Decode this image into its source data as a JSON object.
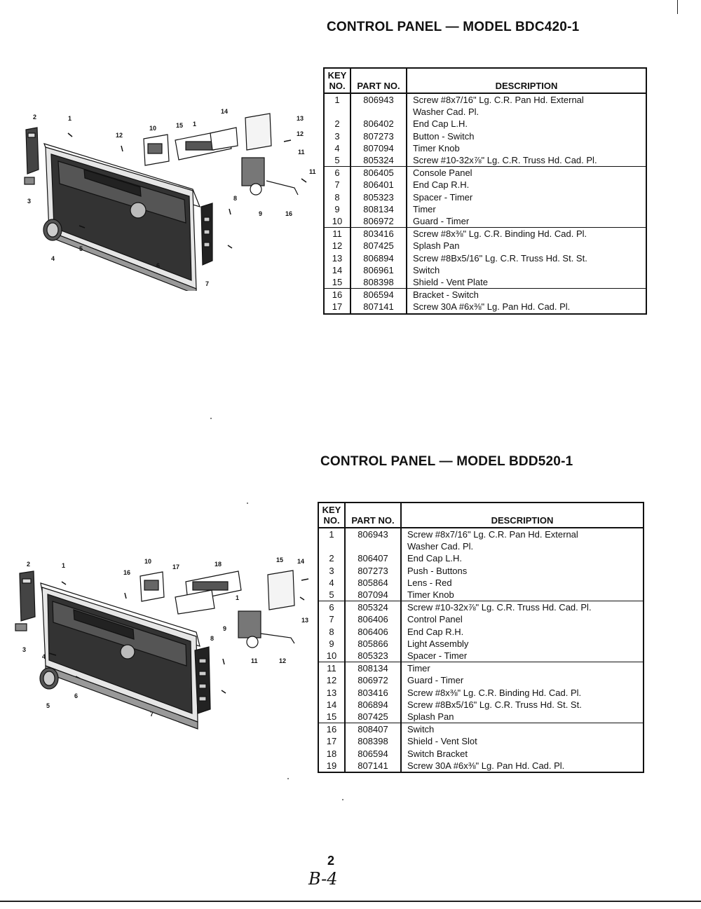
{
  "sections": [
    {
      "title": "CONTROL PANEL — MODEL BDC420-1",
      "headers": {
        "key": "KEY NO.",
        "part": "PART NO.",
        "desc": "DESCRIPTION"
      },
      "rows": [
        {
          "key": "1",
          "part": "806943",
          "desc": "Screw #8x7/16\" Lg. C.R. Pan Hd. External"
        },
        {
          "key": "",
          "part": "",
          "desc": "Washer Cad. Pl."
        },
        {
          "key": "2",
          "part": "806402",
          "desc": "End Cap L.H."
        },
        {
          "key": "3",
          "part": "807273",
          "desc": "Button - Switch"
        },
        {
          "key": "4",
          "part": "807094",
          "desc": "Timer Knob"
        },
        {
          "key": "5",
          "part": "805324",
          "desc": "Screw #10-32x⅞\" Lg. C.R. Truss Hd. Cad. Pl."
        },
        {
          "key": "6",
          "part": "806405",
          "desc": "Console Panel"
        },
        {
          "key": "7",
          "part": "806401",
          "desc": "End Cap R.H."
        },
        {
          "key": "8",
          "part": "805323",
          "desc": "Spacer - Timer"
        },
        {
          "key": "9",
          "part": "808134",
          "desc": "Timer"
        },
        {
          "key": "10",
          "part": "806972",
          "desc": "Guard - Timer"
        },
        {
          "key": "11",
          "part": "803416",
          "desc": "Screw #8x⅜\" Lg. C.R. Binding Hd. Cad. Pl."
        },
        {
          "key": "12",
          "part": "807425",
          "desc": "Splash Pan"
        },
        {
          "key": "13",
          "part": "806894",
          "desc": "Screw #8Bx5/16\" Lg. C.R. Truss Hd. St. St."
        },
        {
          "key": "14",
          "part": "806961",
          "desc": "Switch"
        },
        {
          "key": "15",
          "part": "808398",
          "desc": "Shield - Vent Plate"
        },
        {
          "key": "16",
          "part": "806594",
          "desc": "Bracket - Switch"
        },
        {
          "key": "17",
          "part": "807141",
          "desc": "Screw 30A #6x⅜\" Lg. Pan Hd. Cad. Pl."
        }
      ]
    },
    {
      "title": "CONTROL PANEL — MODEL BDD520-1",
      "headers": {
        "key": "KEY NO.",
        "part": "PART NO.",
        "desc": "DESCRIPTION"
      },
      "rows": [
        {
          "key": "1",
          "part": "806943",
          "desc": "Screw #8x7/16\" Lg. C.R. Pan Hd. External"
        },
        {
          "key": "",
          "part": "",
          "desc": "Washer Cad. Pl."
        },
        {
          "key": "2",
          "part": "806407",
          "desc": "End Cap L.H."
        },
        {
          "key": "3",
          "part": "807273",
          "desc": "Push - Buttons"
        },
        {
          "key": "4",
          "part": "805864",
          "desc": "Lens - Red"
        },
        {
          "key": "5",
          "part": "807094",
          "desc": "Timer Knob"
        },
        {
          "key": "6",
          "part": "805324",
          "desc": "Screw #10-32x⅞\" Lg. C.R. Truss Hd. Cad. Pl."
        },
        {
          "key": "7",
          "part": "806406",
          "desc": "Control Panel"
        },
        {
          "key": "8",
          "part": "806406",
          "desc": "End Cap R.H."
        },
        {
          "key": "9",
          "part": "805866",
          "desc": "Light Assembly"
        },
        {
          "key": "10",
          "part": "805323",
          "desc": "Spacer - Timer"
        },
        {
          "key": "11",
          "part": "808134",
          "desc": "Timer"
        },
        {
          "key": "12",
          "part": "806972",
          "desc": "Guard - Timer"
        },
        {
          "key": "13",
          "part": "803416",
          "desc": "Screw #8x⅜\" Lg. C.R. Binding Hd. Cad. Pl."
        },
        {
          "key": "14",
          "part": "806894",
          "desc": "Screw #8Bx5/16\" Lg. C.R. Truss Hd. St. St."
        },
        {
          "key": "15",
          "part": "807425",
          "desc": "Splash Pan"
        },
        {
          "key": "16",
          "part": "808407",
          "desc": "Switch"
        },
        {
          "key": "17",
          "part": "808398",
          "desc": "Shield - Vent Slot"
        },
        {
          "key": "18",
          "part": "806594",
          "desc": "Switch Bracket"
        },
        {
          "key": "19",
          "part": "807141",
          "desc": "Screw 30A #6x⅜\" Lg. Pan Hd. Cad. Pl."
        }
      ]
    }
  ],
  "diagram1_callouts": [
    "2",
    "1",
    "12",
    "10",
    "15",
    "1",
    "14",
    "13",
    "12",
    "11",
    "11",
    "3",
    "4",
    "5",
    "6",
    "9",
    "8",
    "7",
    "16"
  ],
  "diagram2_callouts": [
    "2",
    "1",
    "16",
    "18",
    "17",
    "10",
    "15",
    "14",
    "3",
    "4",
    "5",
    "6",
    "7",
    "8",
    "9",
    "11",
    "12",
    "13",
    "1"
  ],
  "footer": {
    "page_number": "2",
    "handwritten": "B-4"
  }
}
